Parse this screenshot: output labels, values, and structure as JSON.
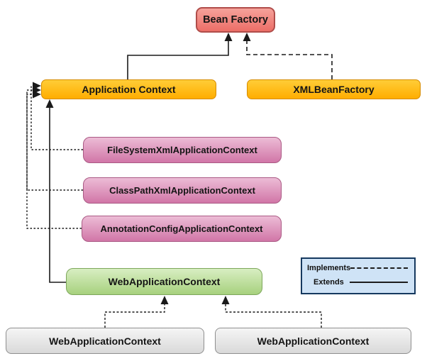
{
  "diagram": {
    "description": "Spring BeanFactory / ApplicationContext hierarchy diagram"
  },
  "nodes": {
    "bean_factory": {
      "label": "Bean Factory"
    },
    "application_context": {
      "label": "Application Context"
    },
    "xml_bean_factory": {
      "label": "XMLBeanFactory"
    },
    "filesystem_xml_application_context": {
      "label": "FileSystemXmlApplicationContext"
    },
    "classpath_xml_application_context": {
      "label": "ClassPathXmlApplicationContext"
    },
    "annotation_config_application_context": {
      "label": "AnnotationConfigApplicationContext"
    },
    "web_application_context": {
      "label": "WebApplicationContext"
    },
    "web_application_context_left": {
      "label": "WebApplicationContext"
    },
    "web_application_context_right": {
      "label": "WebApplicationContext"
    }
  },
  "edges": [
    {
      "from": "application_context",
      "to": "bean_factory",
      "type": "extends"
    },
    {
      "from": "xml_bean_factory",
      "to": "bean_factory",
      "type": "implements"
    },
    {
      "from": "filesystem_xml_application_context",
      "to": "application_context",
      "type": "implements"
    },
    {
      "from": "classpath_xml_application_context",
      "to": "application_context",
      "type": "implements"
    },
    {
      "from": "annotation_config_application_context",
      "to": "application_context",
      "type": "implements"
    },
    {
      "from": "web_application_context",
      "to": "application_context",
      "type": "extends"
    },
    {
      "from": "web_application_context_left",
      "to": "web_application_context",
      "type": "implements"
    },
    {
      "from": "web_application_context_right",
      "to": "web_application_context",
      "type": "implements"
    }
  ],
  "legend": {
    "implements_label": "Implements",
    "extends_label": "Extends"
  },
  "colors": {
    "red_fill_top": "#f5a29b",
    "red_fill_bottom": "#ec6e67",
    "red_border": "#b04d4a",
    "orange_fill_top": "#ffcd37",
    "orange_fill_bottom": "#ffad00",
    "orange_border": "#d78b00",
    "pink_fill_top": "#ecbcd6",
    "pink_fill_bottom": "#d176a7",
    "pink_border": "#aa5a84",
    "green_fill_top": "#d8eec2",
    "green_fill_bottom": "#a7d17e",
    "green_border": "#7da75b",
    "gray_fill_top": "#f5f5f5",
    "gray_fill_bottom": "#d9d9d9",
    "gray_border": "#8f8f8f",
    "legend_fill": "#cfe3f6",
    "legend_border": "#16395f",
    "line_color": "#1a1a1a"
  }
}
